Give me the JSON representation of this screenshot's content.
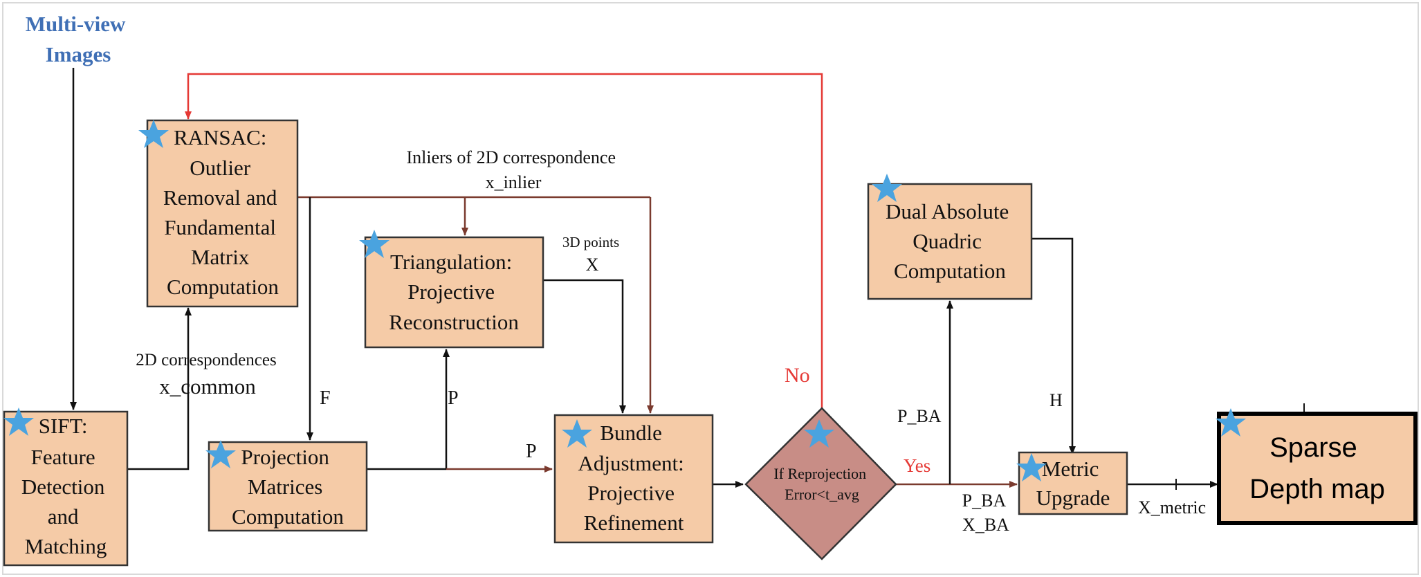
{
  "input_label": {
    "line1": "Multi-view",
    "line2": "Images"
  },
  "boxes": {
    "sift": [
      "SIFT:",
      "Feature",
      "Detection",
      "and",
      "Matching"
    ],
    "ransac": [
      "RANSAC:",
      "Outlier",
      "Removal and",
      "Fundamental",
      "Matrix",
      "Computation"
    ],
    "triangulation": [
      "Triangulation:",
      "Projective",
      "Reconstruction"
    ],
    "projection": [
      "Projection",
      "Matrices",
      "Computation"
    ],
    "bundle": [
      "Bundle",
      "Adjustment:",
      "Projective",
      "Refinement"
    ],
    "decision": [
      "If Reprojection",
      "Error<t_avg"
    ],
    "daq": [
      "Dual Absolute",
      "Quadric",
      "Computation"
    ],
    "metric": [
      "Metric",
      "Upgrade"
    ],
    "sparse": [
      "Sparse",
      "Depth map"
    ]
  },
  "edge_labels": {
    "inliers_title": "Inliers of 2D correspondence",
    "inliers_var": "x_inlier",
    "points3d_title": "3D points",
    "points3d_var": "X",
    "corr_title": "2D correspondences",
    "corr_var": "x_common",
    "f": "F",
    "p_up": "P",
    "p_right": "P",
    "no": "No",
    "yes": "Yes",
    "p_ba_up": "P_BA",
    "h": "H",
    "p_ba": "P_BA",
    "x_ba": "X_BA",
    "x_metric": "X_metric"
  },
  "colors": {
    "box_fill": "#f5cba7",
    "decision_fill": "#c88d86",
    "edge_dark": "#111111",
    "edge_brown": "#7a3a2e",
    "edge_red": "#e53935",
    "title_blue": "#3f6fb5",
    "star_blue": "#4aa3df"
  }
}
